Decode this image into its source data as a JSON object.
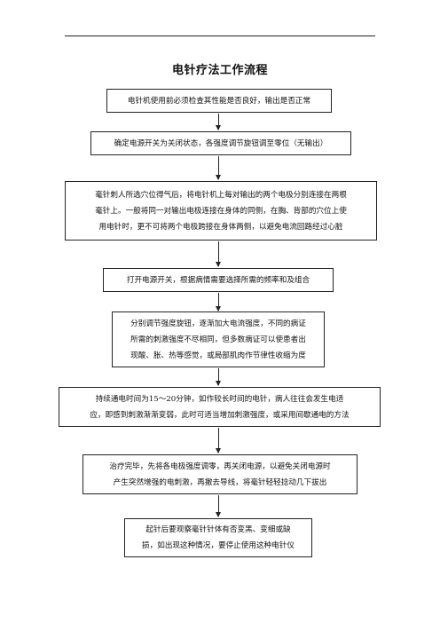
{
  "document": {
    "title": "电针疗法工作流程",
    "steps": [
      {
        "text": "电针机使用前必须检查其性能是否良好，输出是否正常"
      },
      {
        "text": "确定电源开关为关闭状态，各强度调节旋钮调至零位（无输出）"
      },
      {
        "text": "毫针刺人所选穴位得气后，将电针机上每对输出的两个电极分别连接在两根\n毫针上。一般将同一对输出电极连接在身体的同侧，在胸、背部的穴位上使\n用电针时，更不可将两个电极跨接在身体两侧，以避免电流回路经过心脏"
      },
      {
        "text": "打开电源开关，根据病情需要选择所需的频率和及组合"
      },
      {
        "text": "分别调节强度旋钮，逐渐加大电流强度，不同的病证\n所需的刺激强度不尽相同，但多数病证可以使患者出\n现酸、胀、热等感觉，或局部肌肉作节律性收缩为度"
      },
      {
        "text": "持续通电时间为15～20分钟，如作较长时间的电针，病人往往会发生电适\n应，即感到刺激渐渐变弱，此时可适当增加刺激强度，或采用间歇通电的方法"
      },
      {
        "text": "治疗完毕，先将各电极强度调零，再关闭电源，以避免关闭电源时\n产生突然增强的电刺激，再撤去导线，将毫针轻轻捻动几下拔出"
      },
      {
        "text": "起针后要观察毫针针体有否变黑、变细或缺\n损，如出现这种情况，要停止使用这种电针仪"
      }
    ]
  }
}
